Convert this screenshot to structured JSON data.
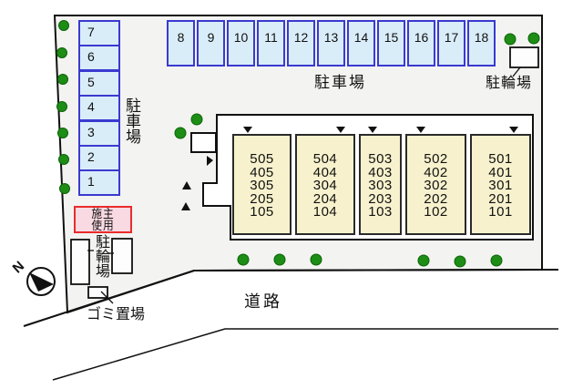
{
  "colors": {
    "site_fill": "#f3f3f1",
    "outline": "#111111",
    "parking_fill": "#d9edf9",
    "parking_border": "#3a3ad0",
    "unit_fill": "#f7f2cd",
    "owner_fill": "#f9d9e2",
    "owner_border": "#e82c2c",
    "tree_green": "#1d8d15"
  },
  "parking_left": {
    "label": "駐車場",
    "cells": [
      "7",
      "6",
      "5",
      "4",
      "3",
      "2",
      "1"
    ]
  },
  "parking_top": {
    "label": "駐車場",
    "cells": [
      "8",
      "9",
      "10",
      "11",
      "12",
      "13",
      "14",
      "15",
      "16",
      "17",
      "18"
    ]
  },
  "bike_top": {
    "label": "駐輪場"
  },
  "bike_left": {
    "label": "駐輪場"
  },
  "owner": {
    "line1": "施主",
    "line2": "使用"
  },
  "garbage": {
    "label": "ゴミ置場"
  },
  "road": {
    "label": "道路"
  },
  "compass": {
    "label": "N"
  },
  "building": {
    "columns": [
      {
        "units": [
          "505",
          "405",
          "305",
          "205",
          "105"
        ]
      },
      {
        "units": [
          "504",
          "404",
          "304",
          "204",
          "104"
        ]
      },
      {
        "units": [
          "503",
          "403",
          "303",
          "203",
          "103"
        ]
      },
      {
        "units": [
          "502",
          "402",
          "302",
          "202",
          "102"
        ]
      },
      {
        "units": [
          "501",
          "401",
          "301",
          "201",
          "101"
        ]
      }
    ]
  }
}
